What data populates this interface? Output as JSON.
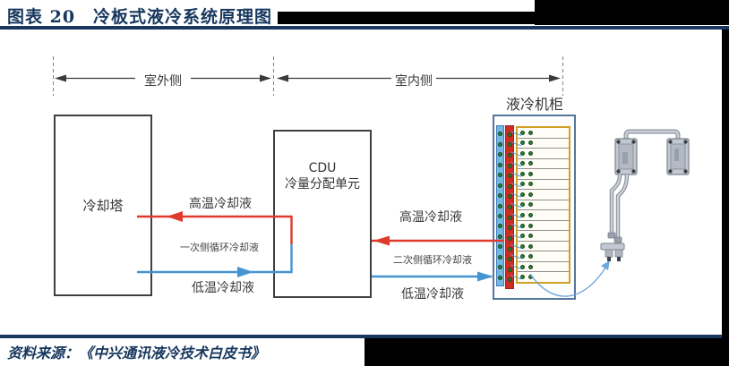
{
  "page": {
    "title": "图表 20　冷板式液冷系统原理图",
    "source_text": "资料来源：　《中兴通讯液冷技术白皮书》"
  },
  "dimensions": {
    "outdoor_label": "室外侧",
    "indoor_label": "室内侧"
  },
  "nodes": {
    "cooling_tower": "冷却塔",
    "cdu_line1": "CDU",
    "cdu_line2": "冷量分配单元",
    "cabinet": "液冷机柜"
  },
  "primary_loop": {
    "hot_label": "高温冷却液",
    "loop_label": "一次侧循环冷却液",
    "cold_label": "低温冷却液"
  },
  "secondary_loop": {
    "hot_label": "高温冷却液",
    "loop_label": "二次侧循环冷却液",
    "cold_label": "低温冷却液"
  },
  "cabinet": {
    "server_rows": 15,
    "manifold_ports": 15
  },
  "colors": {
    "navy": "#17375e",
    "hot": "#e0392d",
    "cold": "#4694d1",
    "dim_line": "#3a3a3a",
    "cabinet_border": "#54779c",
    "manifold_cold": "#74b6e4",
    "manifold_hot": "#cf2c24",
    "server_frame": "#d2a024",
    "port_dot": "#2e7d36",
    "link_line": "#4aa0d8",
    "hose_curve": "#6fa8dc"
  }
}
